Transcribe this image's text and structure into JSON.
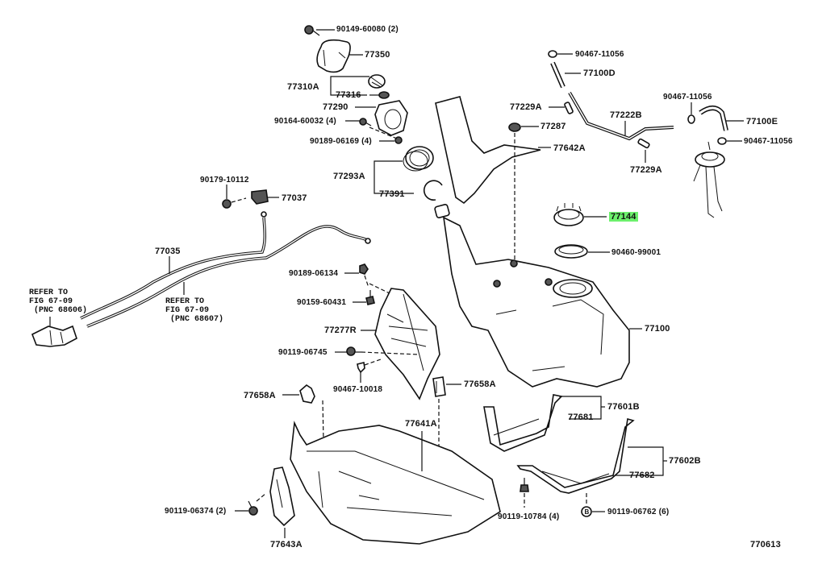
{
  "diagram": {
    "title_code": "770613",
    "highlight_color": "#6cf06c",
    "highlighted_part": "77144",
    "labels": {
      "p90149_60080": "90149-60080 (2)",
      "p77350": "77350",
      "p77310A": "77310A",
      "p77316": "77316",
      "p77290": "77290",
      "p90164_60032": "90164-60032 (4)",
      "p90189_06169": "90189-06169 (4)",
      "p77293A": "77293A",
      "p77391": "77391",
      "p90467_11056_a": "90467-11056",
      "p77100D": "77100D",
      "p77229A_a": "77229A",
      "p77287": "77287",
      "p77222B": "77222B",
      "p77642A": "77642A",
      "p77229A_b": "77229A",
      "p90467_11056_b": "90467-11056",
      "p77100E": "77100E",
      "p90467_11056_c": "90467-11056",
      "p77144": "77144",
      "p90460_99001": "90460-99001",
      "p77100": "77100",
      "p90179_10112": "90179-10112",
      "p77037": "77037",
      "p77035": "77035",
      "p90189_06134": "90189-06134",
      "p90159_60431": "90159-60431",
      "p77277R": "77277R",
      "p90119_06745": "90119-06745",
      "p90467_10018": "90467-10018",
      "p77658A_a": "77658A",
      "p77658A_b": "77658A",
      "p77641A": "77641A",
      "p77601B": "77601B",
      "p77681": "77681",
      "p77602B": "77602B",
      "p77682": "77682",
      "p90119_10784": "90119-10784 (4)",
      "p90119_06762": "90119-06762 (6)",
      "p90119_06374": "90119-06374 (2)",
      "p77643A": "77643A"
    },
    "notes": {
      "refer_left": "REFER TO\nFIG 67-09\n (PNC 68606)",
      "refer_right": "REFER TO\nFIG 67-09\n (PNC 68607)"
    },
    "badge_letter": "B"
  }
}
